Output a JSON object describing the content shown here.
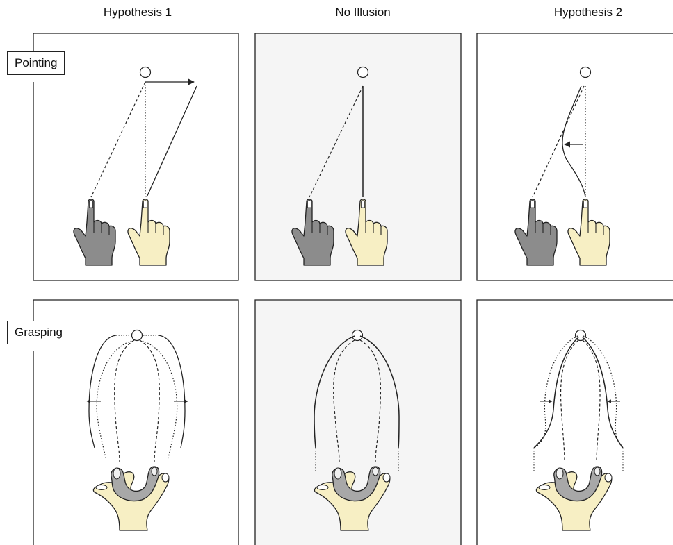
{
  "columns": [
    {
      "title": "Hypothesis 1"
    },
    {
      "title": "No Illusion"
    },
    {
      "title": "Hypothesis 2"
    }
  ],
  "rows": [
    {
      "label": "Pointing"
    },
    {
      "label": "Grasping"
    }
  ],
  "colors": {
    "panel_plain": "#ffffff",
    "panel_shaded": "#f5f5f5",
    "hand_gray": "#8c8c8c",
    "hand_cream": "#f7efc4",
    "stroke": "#222222"
  }
}
